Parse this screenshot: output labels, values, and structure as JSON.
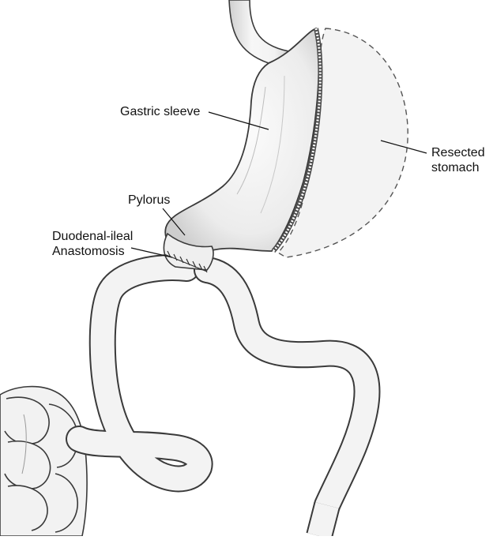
{
  "labels": {
    "gastric_sleeve": "Gastric sleeve",
    "resected_stomach": [
      "Resected",
      "stomach"
    ],
    "pylorus": "Pylorus",
    "duodenal_ileal": [
      "Duodenal-ileal",
      "Anastomosis"
    ]
  },
  "colors": {
    "outline": "#3a3a3a",
    "tissue": "#f6f6f6",
    "shade": "#d9d9d9",
    "resected_fill": "#f3f3f3",
    "dashed": "#555555",
    "staple": "#4a4a4a"
  }
}
